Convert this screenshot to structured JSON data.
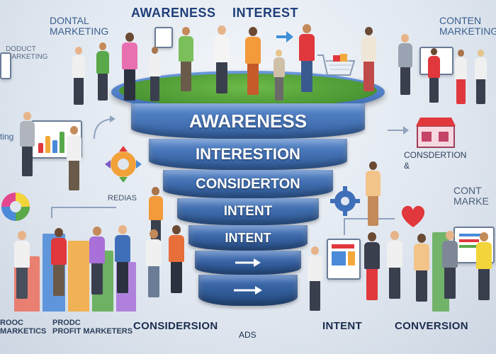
{
  "top_labels": {
    "left": "AWARENESS",
    "right": "INTEREST"
  },
  "side_labels": {
    "digital_marketing": "DONTAL\nMARKETING",
    "product_marketing": "DODUCT\nMARKETING",
    "content_marketing": "CONTEN\nMARKETING",
    "left_edge": "ting",
    "consideration_right": "CONSDERTION\n&",
    "content_marketing_right": "CONT\nMARKE",
    "redias": "REDIAS"
  },
  "funnel": {
    "tiers": [
      "AWARENESS",
      "INTERESTION",
      "CONSIDERTON",
      "INTENT",
      "INTENT",
      "",
      ""
    ]
  },
  "bottom_labels": {
    "left1": "ROOC\nMARKETICS",
    "left2": "PRODC\nPROFIT MARKETERS",
    "center": "CONSIDERSION",
    "ads": "ADS",
    "intent": "INTENT",
    "conversion": "CONVERSION"
  },
  "colors": {
    "funnel_blue": "#3f6fb8",
    "funnel_rim": "#5a8ad0",
    "grass": "#5aa13b",
    "accent_red": "#e0383c"
  },
  "icons": [
    "gear-icon",
    "pie-chart-icon",
    "heart-icon",
    "arrow-icon",
    "shopping-cart-icon",
    "store-icon",
    "bar-chart-icon"
  ]
}
